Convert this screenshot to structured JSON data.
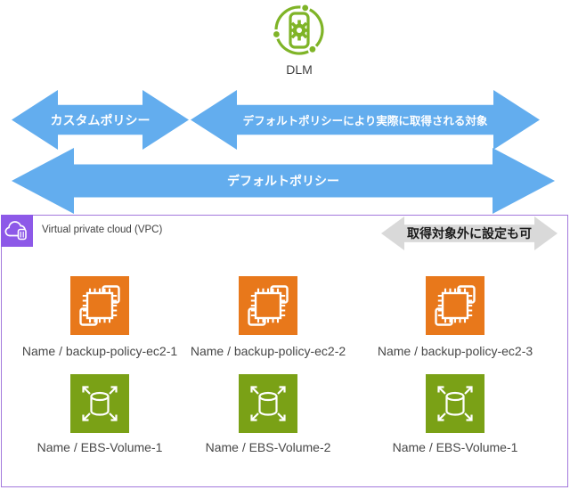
{
  "dlm": {
    "label": "DLM"
  },
  "arrows": {
    "custom_policy": {
      "label": "カスタムポリシー"
    },
    "default_policy_actual": {
      "label": "デフォルトポリシーにより実際に取得される対象"
    },
    "default_policy": {
      "label": "デフォルトポリシー"
    }
  },
  "exclude_note": {
    "label": "取得対象外に設定も可"
  },
  "vpc": {
    "label": "Virtual private cloud (VPC)"
  },
  "ec2": {
    "items": [
      {
        "label": "Name / backup-policy-ec2-1"
      },
      {
        "label": "Name / backup-policy-ec2-2"
      },
      {
        "label": "Name / backup-policy-ec2-3"
      }
    ]
  },
  "ebs": {
    "items": [
      {
        "label": "Name / EBS-Volume-1"
      },
      {
        "label": "Name / EBS-Volume-2"
      },
      {
        "label": "Name / EBS-Volume-1"
      }
    ]
  },
  "colors": {
    "arrow_blue": "#63ADEE",
    "note_gray": "#D9D9D9",
    "ec2_orange": "#E8781B",
    "ebs_green": "#7AA116",
    "dlm_green": "#7FB427",
    "vpc_purple": "#8D59E8",
    "vpc_border": "#A379DC",
    "label_text": "#3F3F3F"
  }
}
